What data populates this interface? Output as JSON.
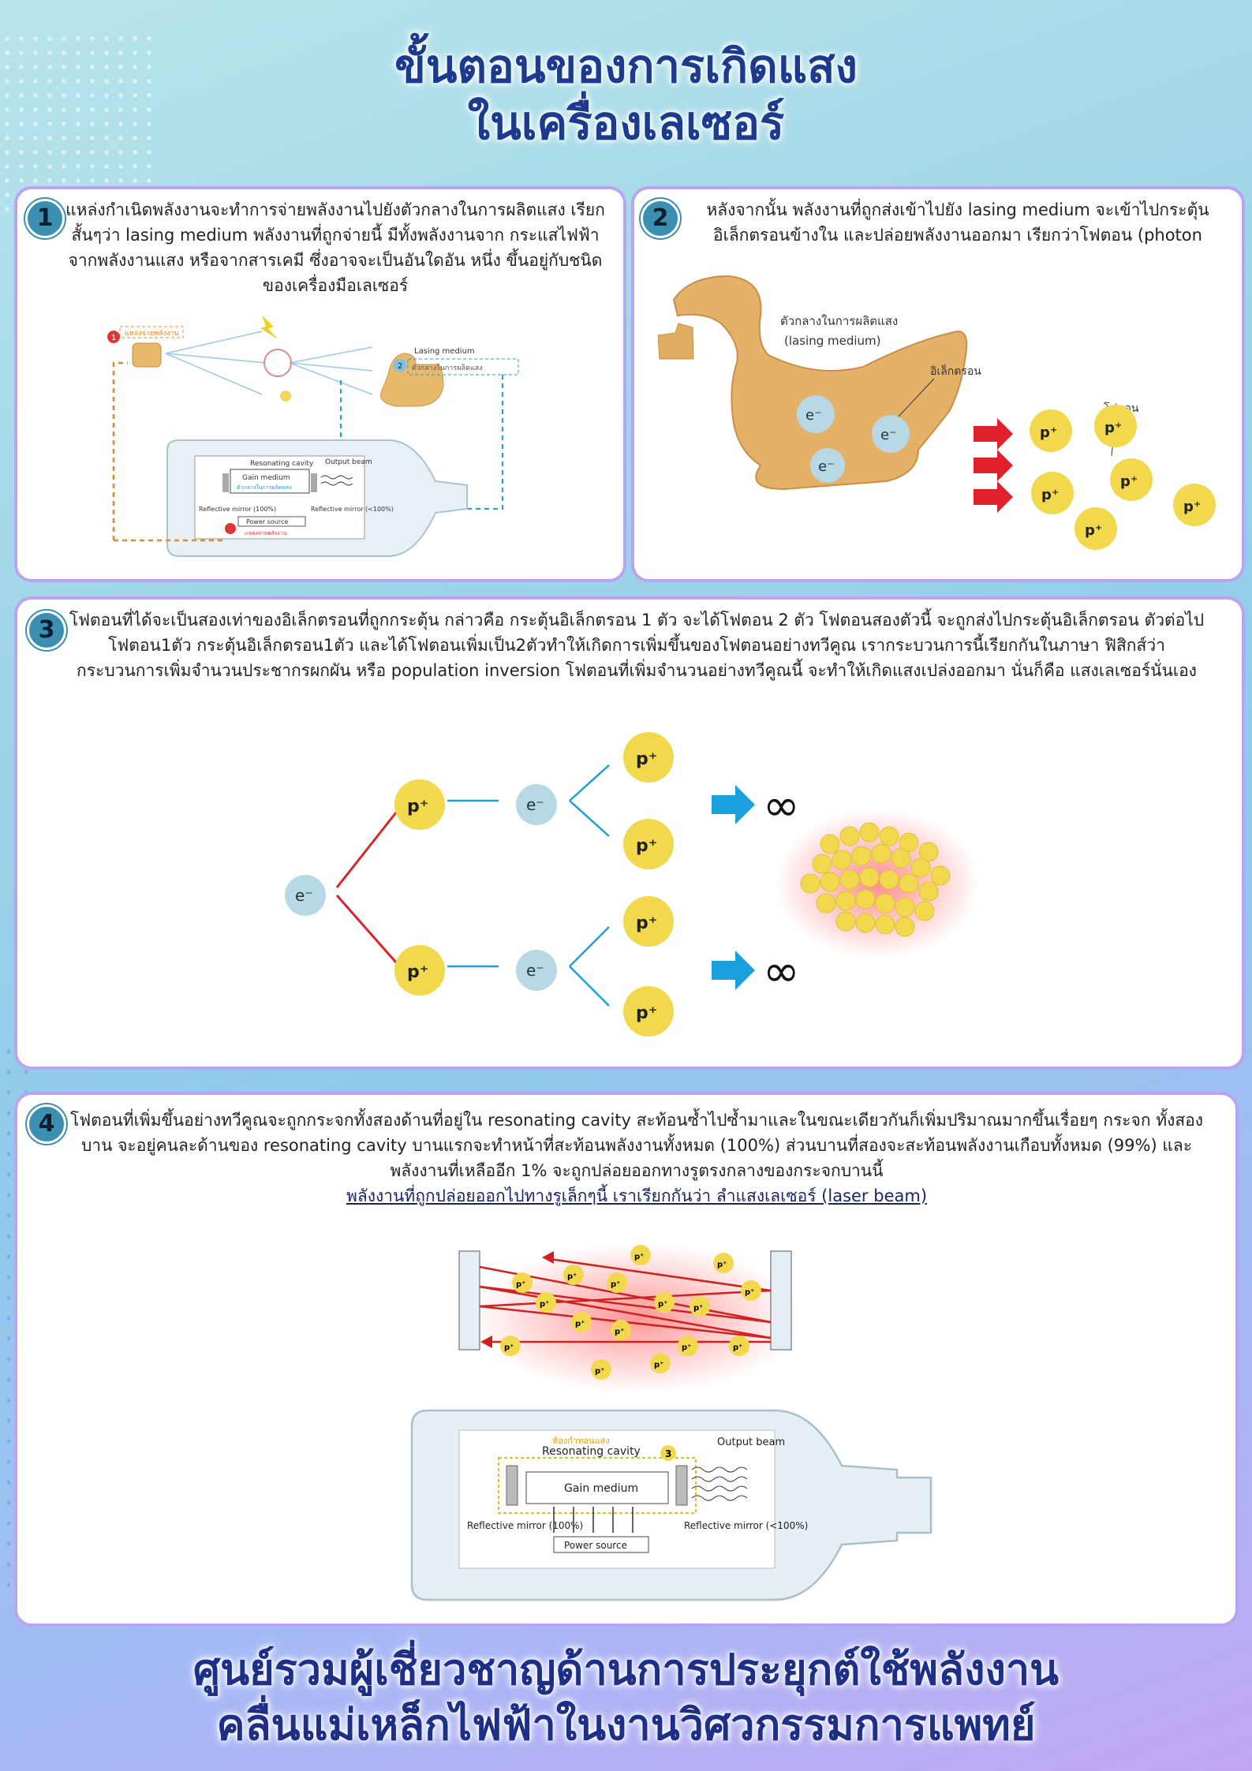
{
  "header": {
    "title_line1": "ขั้นตอนของการเกิดแสง",
    "title_line2": "ในเครื่องเลเซอร์"
  },
  "step1": {
    "number": "1",
    "text": "แหล่งกำเนิดพลังงานจะทำการจ่ายพลังงานไปยังตัวกลางในการผลิตแสง เรียกสั้นๆว่า lasing medium พลังงานที่ถูกจ่ายนี้ มีทั้งพลังงานจาก กระแสไฟฟ้า จากพลังงานแสง หรือจากสารเคมี ซึ่งอาจจะเป็นอันใดอัน หนึ่ง ขึ้นอยู่กับชนิดของเครื่องมือเลเซอร์",
    "diagram": {
      "source_label": "แหล่งจ่ายพลังงาน",
      "lasing_medium": "Lasing medium",
      "lasing_medium_th": "ตัวกลางในการผลิตแสง",
      "resonating_cavity": "Resonating cavity",
      "gain_medium": "Gain medium",
      "gain_medium_th": "ตัวกลางในการผลิตแสง",
      "output_beam": "Output beam",
      "reflective_100": "Reflective mirror (100%)",
      "reflective_less": "Reflective mirror (<100%)",
      "power_source": "Power source",
      "power_source_th": "แหล่งจ่ายพลังงาน",
      "marker1": "1",
      "marker2": "2"
    }
  },
  "step2": {
    "number": "2",
    "text": "หลังจากนั้น พลังงานที่ถูกส่งเข้าไปยัง lasing medium จะเข้าไปกระตุ้น อิเล็กตรอนข้างใน และปล่อยพลังงานออกมา เรียกว่าโฟตอน (photon",
    "diagram": {
      "medium_label_th": "ตัวกลางในการผลิตแสง",
      "medium_label_en": "(lasing medium)",
      "electron_label": "อิเล็กตรอน",
      "photon_label": "โฟตอน",
      "electron_symbol": "e⁻",
      "photon_symbol": "p⁺"
    }
  },
  "step3": {
    "number": "3",
    "text": "โฟตอนที่ได้จะเป็นสองเท่าของอิเล็กตรอนที่ถูกกระตุ้น กล่าวคือ กระตุ้นอิเล็กตรอน 1 ตัว จะได้โฟตอน 2 ตัว โฟตอนสองตัวนี้ จะถูกส่งไปกระตุ้นอิเล็กตรอน ตัวต่อไป โฟตอน1ตัว กระตุ้นอิเล็กตรอน1ตัว และได้โฟตอนเพิ่มเป็น2ตัวทำให้เกิดการเพิ่มขึ้นของโฟตอนอย่างทวีคูณ เรากระบวนการนี้เรียกกันในภาษา ฟิสิกส์ว่า กระบวนการเพิ่มจำนวนประชากรผกผัน หรือ population inversion โฟตอนที่เพิ่มจำนวนอย่างทวีคูณนี้ จะทำให้เกิดแสงเปล่งออกมา นั่นก็คือ แสงเลเซอร์นั่นเอง",
    "diagram": {
      "electron_symbol": "e⁻",
      "photon_symbol": "p⁺",
      "infinity": "∞"
    }
  },
  "step4": {
    "number": "4",
    "text": "โฟตอนที่เพิ่มขึ้นอย่างทวีคูณจะถูกกระจกทั้งสองด้านที่อยู่ใน resonating cavity สะท้อนซ้ำไปซ้ำมาและในขณะเดียวกันก็เพิ่มปริมาณมากขึ้นเรื่อยๆ กระจก ทั้งสองบาน จะอยู่คนละด้านของ resonating cavity บานแรกจะทำหน้าที่สะท้อนพลังงานทั้งหมด (100%) ส่วนบานที่สองจะสะท้อนพลังงานเกือบทั้งหมด (99%) และพลังงานที่เหลืออีก 1% จะถูกปล่อยออกทางรูตรงกลางของกระจกบานนี้",
    "link_text": "พลังงานที่ถูกปล่อยออกไปทางรูเล็กๆนี้ เราเรียกกันว่า ลำแสงเลเซอร์ (laser beam)",
    "diagram": {
      "cavity_th": "ห้องกำทอนแสง",
      "resonating_cavity": "Resonating cavity",
      "gain_medium": "Gain medium",
      "output_beam": "Output beam",
      "reflective_100": "Reflective mirror (100%)",
      "reflective_less": "Reflective mirror (<100%)",
      "power_source": "Power source",
      "marker3": "3",
      "photon_symbol": "p⁺"
    }
  },
  "footer": {
    "line1": "ศูนย์รวมผู้เชี่ยวชาญด้านการประยุกต์ใช้พลังงาน",
    "line2": "คลื่นแม่เหล็กไฟฟ้าในงานวิศวกรรมการแพทย์"
  },
  "colors": {
    "title": "#1c3a8e",
    "card_border": "#b9a3f2",
    "badge": "#3b8fb0",
    "photon": "#f2d84c",
    "electron": "#b8d8e6",
    "arrow_red": "#e0202a",
    "arrow_blue": "#1aa0dc"
  }
}
